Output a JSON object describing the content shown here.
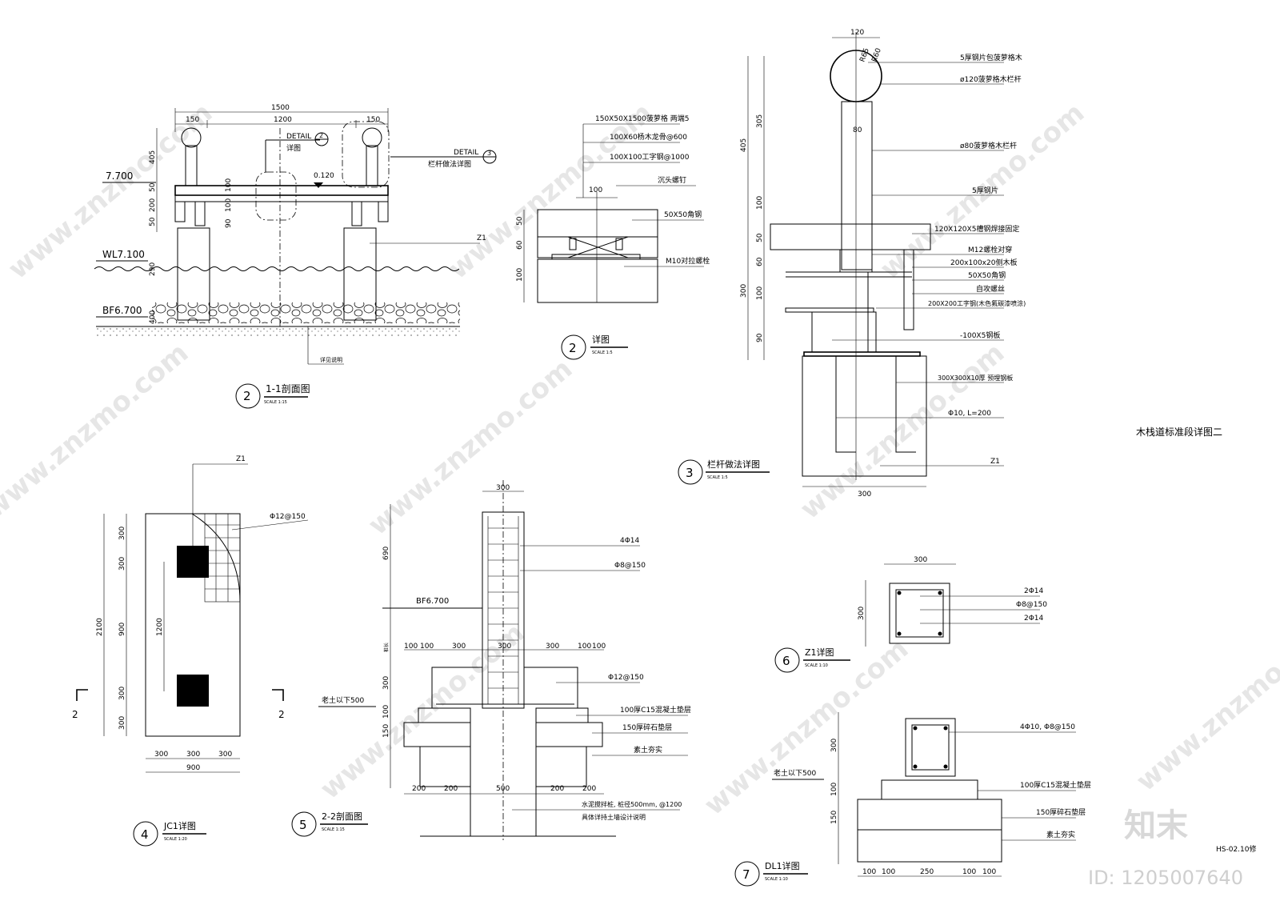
{
  "sheet_title": "木栈道标准段详图二",
  "drawing_no": "HS-02.10修",
  "watermark": {
    "brand": "知末",
    "id": "ID: 1205007640",
    "url": "www.znzmo.com"
  },
  "views": {
    "v1": {
      "num": "2",
      "title": "1-1剖面图",
      "scale": "SCALE 1:15",
      "dims": [
        "1500",
        "150",
        "1200",
        "150",
        "405",
        "50",
        "200",
        "50",
        "100",
        "100",
        "90",
        "290",
        "400"
      ],
      "levels": [
        "7.700",
        "0.120",
        "WL7.100",
        "BF6.700"
      ],
      "callouts": [
        {
          "tag": "DETAIL",
          "num": "2",
          "label": "详图"
        },
        {
          "tag": "DETAIL",
          "num": "3",
          "label": "栏杆做法详图"
        }
      ],
      "z1": "Z1",
      "note": "详见说明"
    },
    "v2": {
      "num": "2",
      "title": "详图",
      "scale": "SCALE 1:5",
      "dims": [
        "100",
        "50",
        "60",
        "100"
      ],
      "notes": [
        "150X50X1500菠萝格 两端5",
        "100X60杨木龙骨@600",
        "100X100工字钢@1000",
        "沉头螺钉",
        "50X50角钢",
        "M10对拉螺栓"
      ]
    },
    "v3": {
      "num": "3",
      "title": "栏杆做法详图",
      "scale": "SCALE 1:5",
      "dims": [
        "120",
        "R65",
        "R60",
        "80",
        "405",
        "305",
        "100",
        "50",
        "60",
        "300",
        "100",
        "90",
        "300"
      ],
      "notes": [
        "5厚钢片包菠萝格木",
        "ø120菠萝格木栏杆",
        "ø80菠萝格木栏杆",
        "5厚钢片",
        "120X120X5槽钢焊接固定",
        "M12螺栓对穿",
        "200x100x20侧木板",
        "50X50角钢",
        "自攻螺丝",
        "200X200工字钢(木色氟碳漆喷涂)",
        "-100X5钢板",
        "300X300X10厚 预埋钢板",
        "Φ10, L=200",
        "Z1"
      ]
    },
    "v4": {
      "num": "4",
      "title": "JC1详图",
      "scale": "SCALE 1:20",
      "dims": [
        "2100",
        "300",
        "300",
        "900",
        "300",
        "300",
        "1200",
        "300",
        "300",
        "300",
        "900"
      ],
      "notes": [
        "Z1",
        "Φ12@150"
      ],
      "section": "2"
    },
    "v5": {
      "num": "5",
      "title": "2-2剖面图",
      "scale": "SCALE 1:15",
      "dims": [
        "300",
        "690",
        "100",
        "100",
        "300",
        "300",
        "300",
        "100",
        "100",
        "300",
        "150",
        "100",
        "200",
        "200",
        "500",
        "200",
        "200"
      ],
      "levels": [
        "BF6.700",
        "老土以下500"
      ],
      "notes": [
        "4Φ14",
        "Φ8@150",
        "Φ12@150",
        "100厚C15混凝土垫层",
        "150厚碎石垫层",
        "素土夯实",
        "水泥搅拌桩, 桩径500mm, @1200",
        "具体详持土墙设计说明"
      ],
      "side_label": "桩长"
    },
    "v6": {
      "num": "6",
      "title": "Z1详图",
      "scale": "SCALE 1:10",
      "dims": [
        "300",
        "300"
      ],
      "notes": [
        "2Φ14",
        "Φ8@150",
        "2Φ14"
      ]
    },
    "v7": {
      "num": "7",
      "title": "DL1详图",
      "scale": "SCALE 1:10",
      "dims": [
        "300",
        "100",
        "150",
        "100",
        "100",
        "250",
        "100",
        "100"
      ],
      "levels": [
        "老土以下500"
      ],
      "notes": [
        "4Φ10, Φ8@150",
        "100厚C15混凝土垫层",
        "150厚碎石垫层",
        "素土夯实"
      ]
    }
  }
}
